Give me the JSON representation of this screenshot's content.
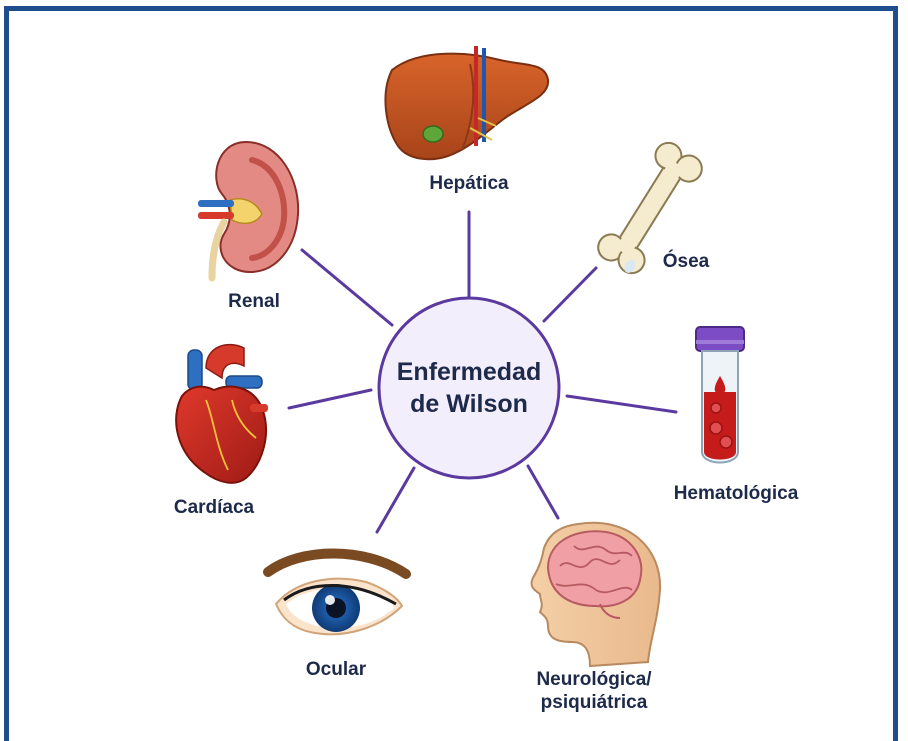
{
  "center": {
    "line1": "Enfermedad",
    "line2": "de Wilson"
  },
  "organs": {
    "hepatica": {
      "label": "Hepática",
      "icon": "liver-icon"
    },
    "osea": {
      "label": "Ósea",
      "icon": "bone-icon"
    },
    "hematologica": {
      "label": "Hematológica",
      "icon": "blood-tube-icon"
    },
    "neurologica": {
      "line1": "Neurológica/",
      "line2": "psiquiátrica",
      "icon": "brain-head-icon"
    },
    "ocular": {
      "label": "Ocular",
      "icon": "eye-icon"
    },
    "cardiaca": {
      "label": "Cardíaca",
      "icon": "heart-icon"
    },
    "renal": {
      "label": "Renal",
      "icon": "kidney-icon"
    }
  },
  "colors": {
    "border": "#1f4e8c",
    "connector": "#5b3aa0",
    "circle_fill": "#f3eefb",
    "text": "#1d2a4a"
  }
}
